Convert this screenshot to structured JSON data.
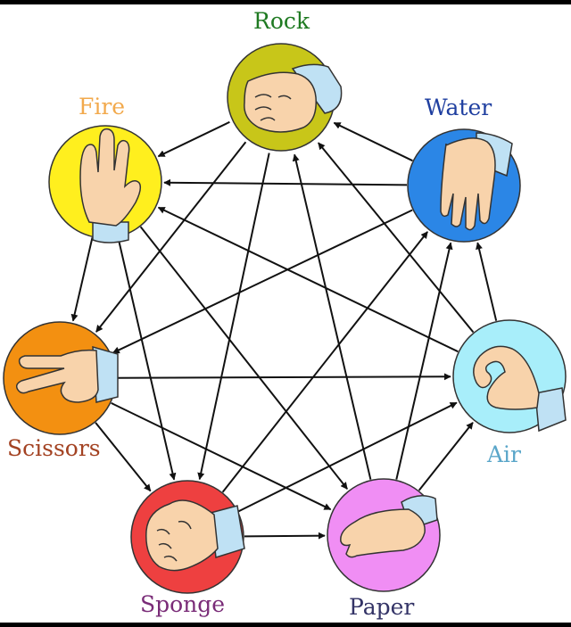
{
  "labels": {
    "rock": "Rock",
    "fire": "Fire",
    "water": "Water",
    "scissors": "Scissors",
    "air": "Air",
    "sponge": "Sponge",
    "paper": "Paper"
  },
  "colors": {
    "rock": "#c8c619",
    "fire": "#ffef1e",
    "water": "#2b86e6",
    "scissors": "#f39011",
    "air": "#a8eefa",
    "sponge": "#ee4040",
    "paper": "#f08ef4",
    "rock_text": "#1f7a22",
    "fire_text": "#f2a94c",
    "water_text": "#1f3fa0",
    "scissors_text": "#a34222",
    "air_text": "#5aa6c9",
    "sponge_text": "#7a2c78",
    "paper_text": "#333366",
    "skin": "#f8d3ab",
    "sleeve": "#bfe1f4",
    "arrow": "#111111"
  },
  "icons": {
    "rock": "fist-icon",
    "fire": "three-fingers-icon",
    "water": "downward-hand-icon",
    "scissors": "peace-sign-icon",
    "air": "ok-sign-icon",
    "sponge": "clenched-fist-icon",
    "paper": "flat-hand-icon"
  }
}
